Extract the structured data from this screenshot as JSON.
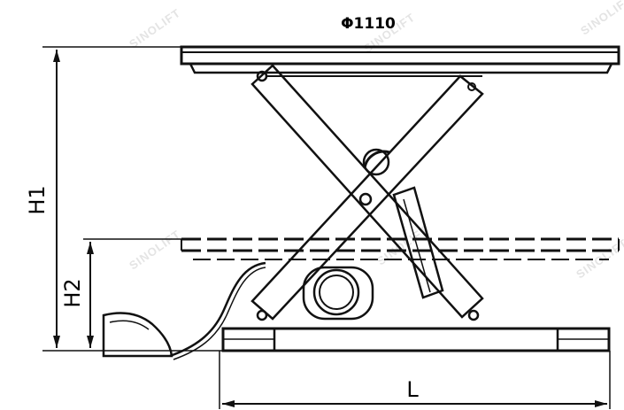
{
  "labels": {
    "platform_diameter": "Φ1110",
    "height_raised": "H1",
    "height_lowered": "H2",
    "base_length": "L"
  },
  "watermark": "SINOLIFT",
  "colors": {
    "line": "#111111",
    "watermark": "#e4e4e4",
    "background": "#ffffff"
  }
}
